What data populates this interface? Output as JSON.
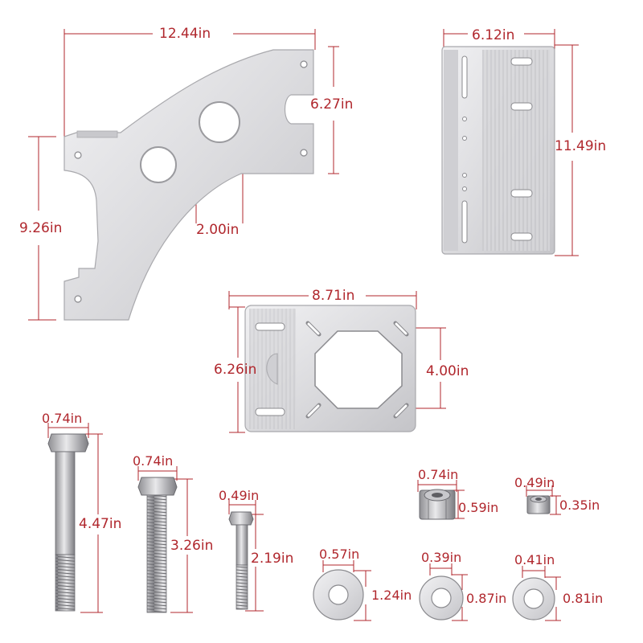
{
  "colors": {
    "dimension": "#b0272d",
    "metal_light": "#e6e6e8",
    "metal_dark": "#b9b9bd"
  },
  "dimensions": {
    "bracket_width": "12.44in",
    "bracket_slot_height": "6.27in",
    "bracket_height": "9.26in",
    "bracket_hole": "2.00in",
    "channel_width": "6.12in",
    "channel_height": "11.49in",
    "plate_width": "8.71in",
    "plate_height": "6.26in",
    "plate_opening": "4.00in",
    "bolt_large_head": "0.74in",
    "bolt_large_length": "4.47in",
    "bolt_medium_head": "0.74in",
    "bolt_medium_length": "3.26in",
    "bolt_small_head": "0.49in",
    "bolt_small_length": "2.19in",
    "nut_large_width": "0.74in",
    "nut_large_height": "0.59in",
    "nut_small_width": "0.49in",
    "nut_small_height": "0.35in",
    "washer_large_hole": "0.57in",
    "washer_large_diameter": "1.24in",
    "washer_medium_hole": "0.39in",
    "washer_medium_diameter": "0.87in",
    "washer_small_hole": "0.41in",
    "washer_small_diameter": "0.81in"
  }
}
